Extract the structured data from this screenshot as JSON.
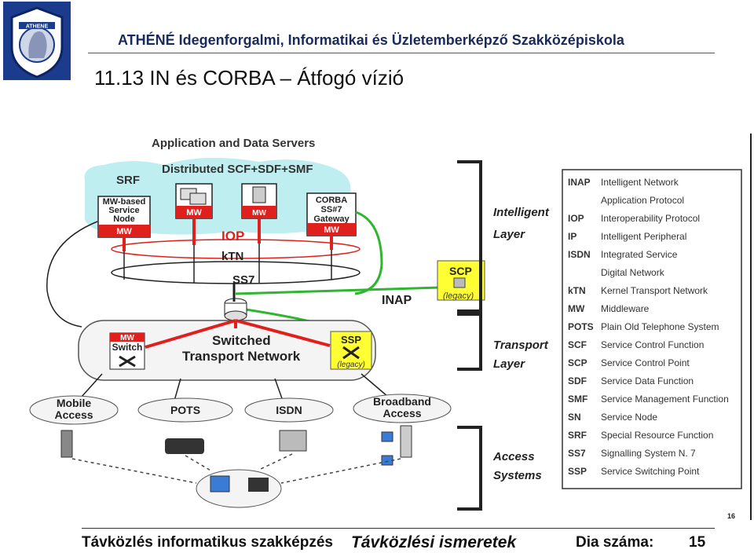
{
  "header": {
    "school": "ATHÉNÉ Idegenforgalmi, Informatikai és Üzletemberképző Szakközépiskola",
    "title": "11.13 IN és CORBA – Átfogó vízió",
    "logo_text": "ATHENE"
  },
  "diagram": {
    "top_title": "Application and Data Servers",
    "distributed": "Distributed SCF+SDF+SMF",
    "srf": "SRF",
    "srf_node": [
      "MW-based",
      "Service",
      "Node"
    ],
    "mw": "MW",
    "corba": [
      "CORBA",
      "SS#7",
      "Gateway"
    ],
    "iop": "IOP",
    "ktn": "kTN",
    "ss7": "SS7",
    "inap": "INAP",
    "scp": "SCP",
    "scp_legacy": "(legacy)",
    "mw_switch": [
      "MW",
      "Switch"
    ],
    "transport_net": [
      "Switched",
      "Transport Network"
    ],
    "ssp": "SSP",
    "ssp_legacy": "(legacy)",
    "access_nodes": [
      [
        "Mobile",
        "Access"
      ],
      [
        "POTS"
      ],
      [
        "ISDN"
      ],
      [
        "Broadband",
        "Access"
      ]
    ],
    "layers": [
      [
        "Intelligent",
        "Layer"
      ],
      [
        "Transport",
        "Layer"
      ],
      [
        "Access",
        "Systems"
      ]
    ],
    "page_num": "16"
  },
  "legend": [
    {
      "abbr": "INAP",
      "text": "Intelligent Network"
    },
    {
      "abbr": "",
      "text": "Application Protocol"
    },
    {
      "abbr": "IOP",
      "text": "Interoperability Protocol"
    },
    {
      "abbr": "IP",
      "text": "Intelligent Peripheral"
    },
    {
      "abbr": "ISDN",
      "text": "Integrated Service"
    },
    {
      "abbr": "",
      "text": "Digital Network"
    },
    {
      "abbr": "kTN",
      "text": "Kernel Transport Network"
    },
    {
      "abbr": "MW",
      "text": "Middleware"
    },
    {
      "abbr": "POTS",
      "text": "Plain Old Telephone System"
    },
    {
      "abbr": "SCF",
      "text": "Service Control Function"
    },
    {
      "abbr": "SCP",
      "text": "Service Control Point"
    },
    {
      "abbr": "SDF",
      "text": "Service Data Function"
    },
    {
      "abbr": "SMF",
      "text": "Service Management Function"
    },
    {
      "abbr": "SN",
      "text": "Service Node"
    },
    {
      "abbr": "SRF",
      "text": "Special Resource Function"
    },
    {
      "abbr": "SS7",
      "text": "Signalling System N. 7"
    },
    {
      "abbr": "SSP",
      "text": "Service Switching Point"
    }
  ],
  "footer": {
    "left": "Távközlés informatikus szakképzés",
    "middle": "Távközlési ismeretek",
    "dia_label": "Dia száma:",
    "dia_number": "15"
  },
  "colors": {
    "red": "#e0201c",
    "green": "#2fb52f",
    "cyan": "#bfeef0",
    "yellow": "#ffff33",
    "navy": "#1a2a5a"
  }
}
